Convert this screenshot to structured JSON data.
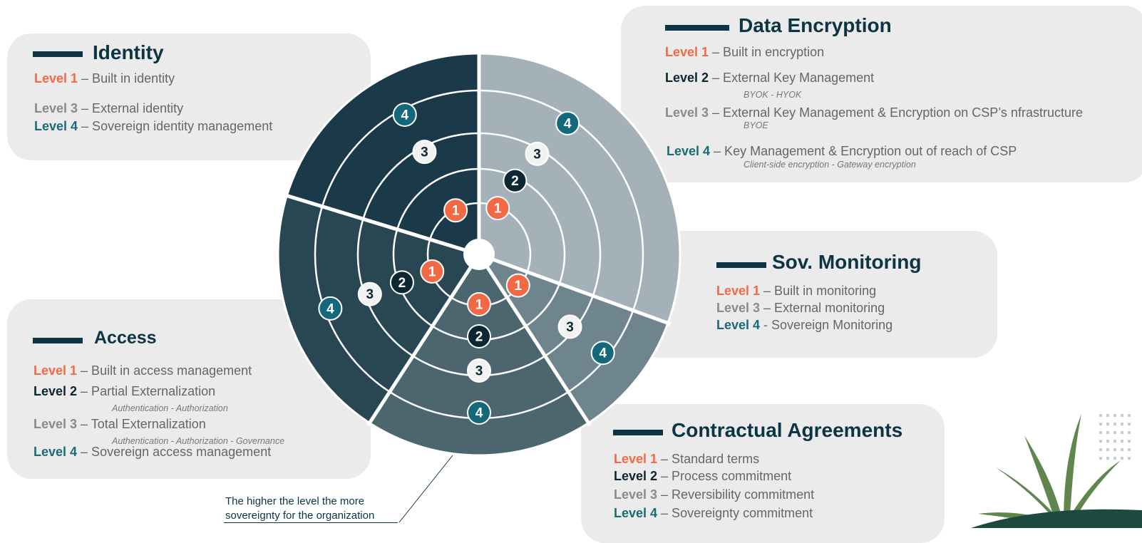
{
  "identity": {
    "title": "Identity",
    "levels": [
      {
        "label": "Level 1",
        "text": " – Built in identity"
      },
      {
        "label": "Level 3",
        "text": " – External identity"
      },
      {
        "label": "Level 4",
        "text": " – Sovereign identity management"
      }
    ]
  },
  "encryption": {
    "title": "Data Encryption",
    "levels": [
      {
        "label": "Level 1",
        "text": " – Built in encryption"
      },
      {
        "label": "Level 2",
        "text": " – External Key Management"
      },
      {
        "label": "Level 3",
        "text": " – External Key Management & Encryption on CSP’s nfrastructure"
      },
      {
        "label": "Level 4",
        "text": " – Key Management & Encryption out of reach of CSP"
      }
    ],
    "sub_level2": "BYOK   -   HYOK",
    "sub_level3": "BYOE",
    "sub_level4": "Client-side encryption   -   Gateway encryption"
  },
  "monitoring": {
    "title": "Sov. Monitoring",
    "levels": [
      {
        "label": "Level 1",
        "text": " – Built in monitoring"
      },
      {
        "label": "Level 3",
        "text": " – External monitoring"
      },
      {
        "label": "Level 4",
        "text": " - Sovereign Monitoring"
      }
    ]
  },
  "access": {
    "title": "Access",
    "levels": [
      {
        "label": "Level 1",
        "text": " – Built in access management"
      },
      {
        "label": "Level 2",
        "text": " – Partial Externalization"
      },
      {
        "label": "Level 3",
        "text": " – Total Externalization"
      },
      {
        "label": "Level 4",
        "text": " – Sovereign access management"
      }
    ],
    "sub_level2": "Authentication  -  Authorization",
    "sub_level3": "Authentication  -  Authorization  - Governance"
  },
  "contractual": {
    "title": "Contractual Agreements",
    "levels": [
      {
        "label": "Level 1",
        "text": " – Standard terms"
      },
      {
        "label": "Level 2",
        "text": " – Process commitment"
      },
      {
        "label": "Level 3",
        "text": " – Reversibility commitment"
      },
      {
        "label": "Level 4",
        "text": " – Sovereignty commitment"
      }
    ]
  },
  "caption": {
    "line1": "The higher the level the more",
    "line2": "sovereignty for the organization"
  },
  "wheel": {
    "sectors": [
      {
        "name": "identity",
        "color": "#1a3a4a",
        "badges": [
          "1",
          "3",
          "4"
        ]
      },
      {
        "name": "encryption",
        "color": "#a4b1b8",
        "badges": [
          "1",
          "2",
          "3",
          "4"
        ]
      },
      {
        "name": "monitoring",
        "color": "#6f858e",
        "badges": [
          "1",
          "3",
          "4"
        ]
      },
      {
        "name": "contractual",
        "color": "#4c6670",
        "badges": [
          "1",
          "2",
          "3",
          "4"
        ]
      },
      {
        "name": "access",
        "color": "#284753",
        "badges": [
          "1",
          "2",
          "3",
          "4"
        ]
      }
    ],
    "badge_colors": {
      "1": "#f26a45",
      "2": "#0d2733",
      "3": "#f2f2f2",
      "4": "#136979"
    }
  }
}
